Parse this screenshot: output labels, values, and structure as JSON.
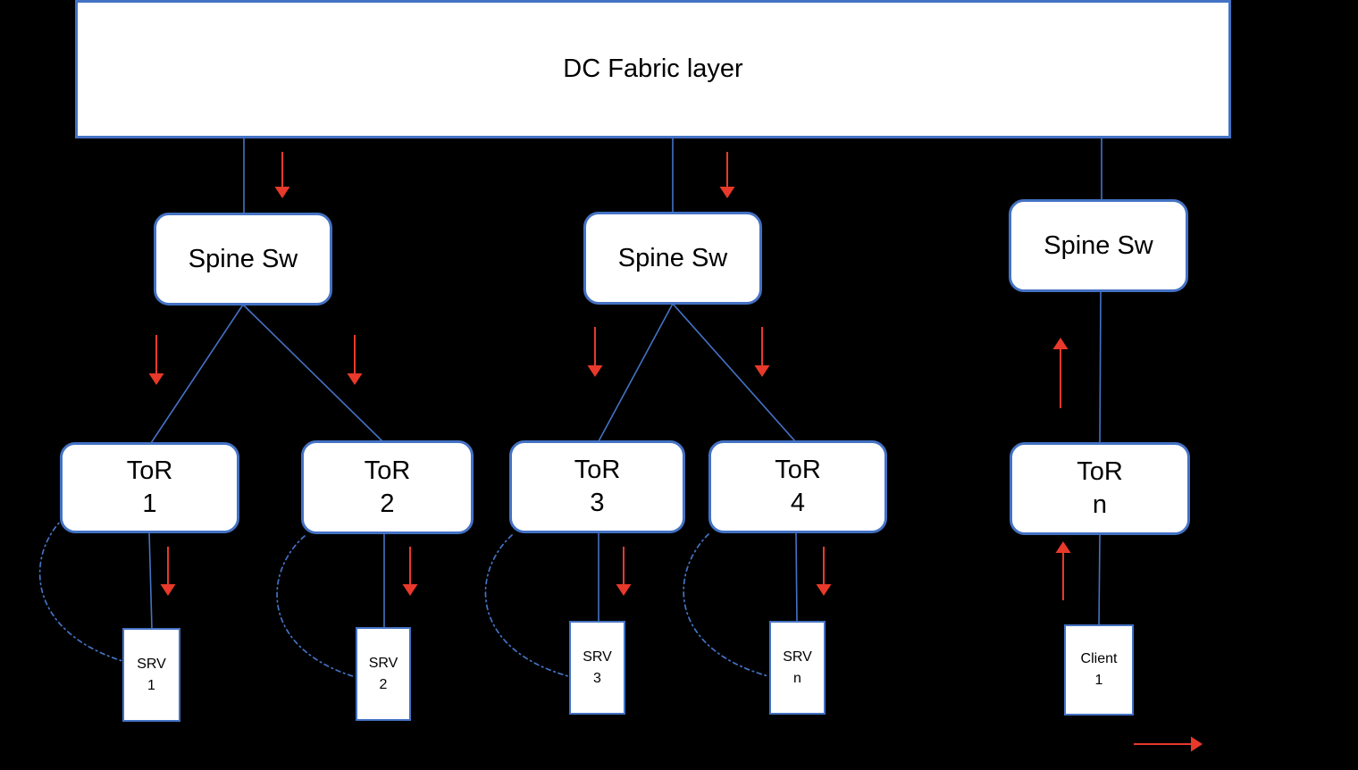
{
  "fabric": {
    "label": "DC Fabric layer"
  },
  "spines": [
    {
      "label": "Spine Sw"
    },
    {
      "label": "Spine Sw"
    },
    {
      "label": "Spine Sw"
    }
  ],
  "tors": [
    {
      "label": "ToR",
      "sub": "1"
    },
    {
      "label": "ToR",
      "sub": "2"
    },
    {
      "label": "ToR",
      "sub": "3"
    },
    {
      "label": "ToR",
      "sub": "4"
    },
    {
      "label": "ToR",
      "sub": "n"
    }
  ],
  "servers": [
    {
      "label": "SRV",
      "sub": "1"
    },
    {
      "label": "SRV",
      "sub": "2"
    },
    {
      "label": "SRV",
      "sub": "3"
    },
    {
      "label": "SRV",
      "sub": "n"
    }
  ],
  "client": {
    "label": "Client",
    "sub": "1"
  },
  "colors": {
    "background": "#000000",
    "box_fill": "#ffffff",
    "box_border": "#4472c4",
    "connector_blue": "#4472c4",
    "arrow_red": "#e8392b",
    "text": "#000000"
  }
}
